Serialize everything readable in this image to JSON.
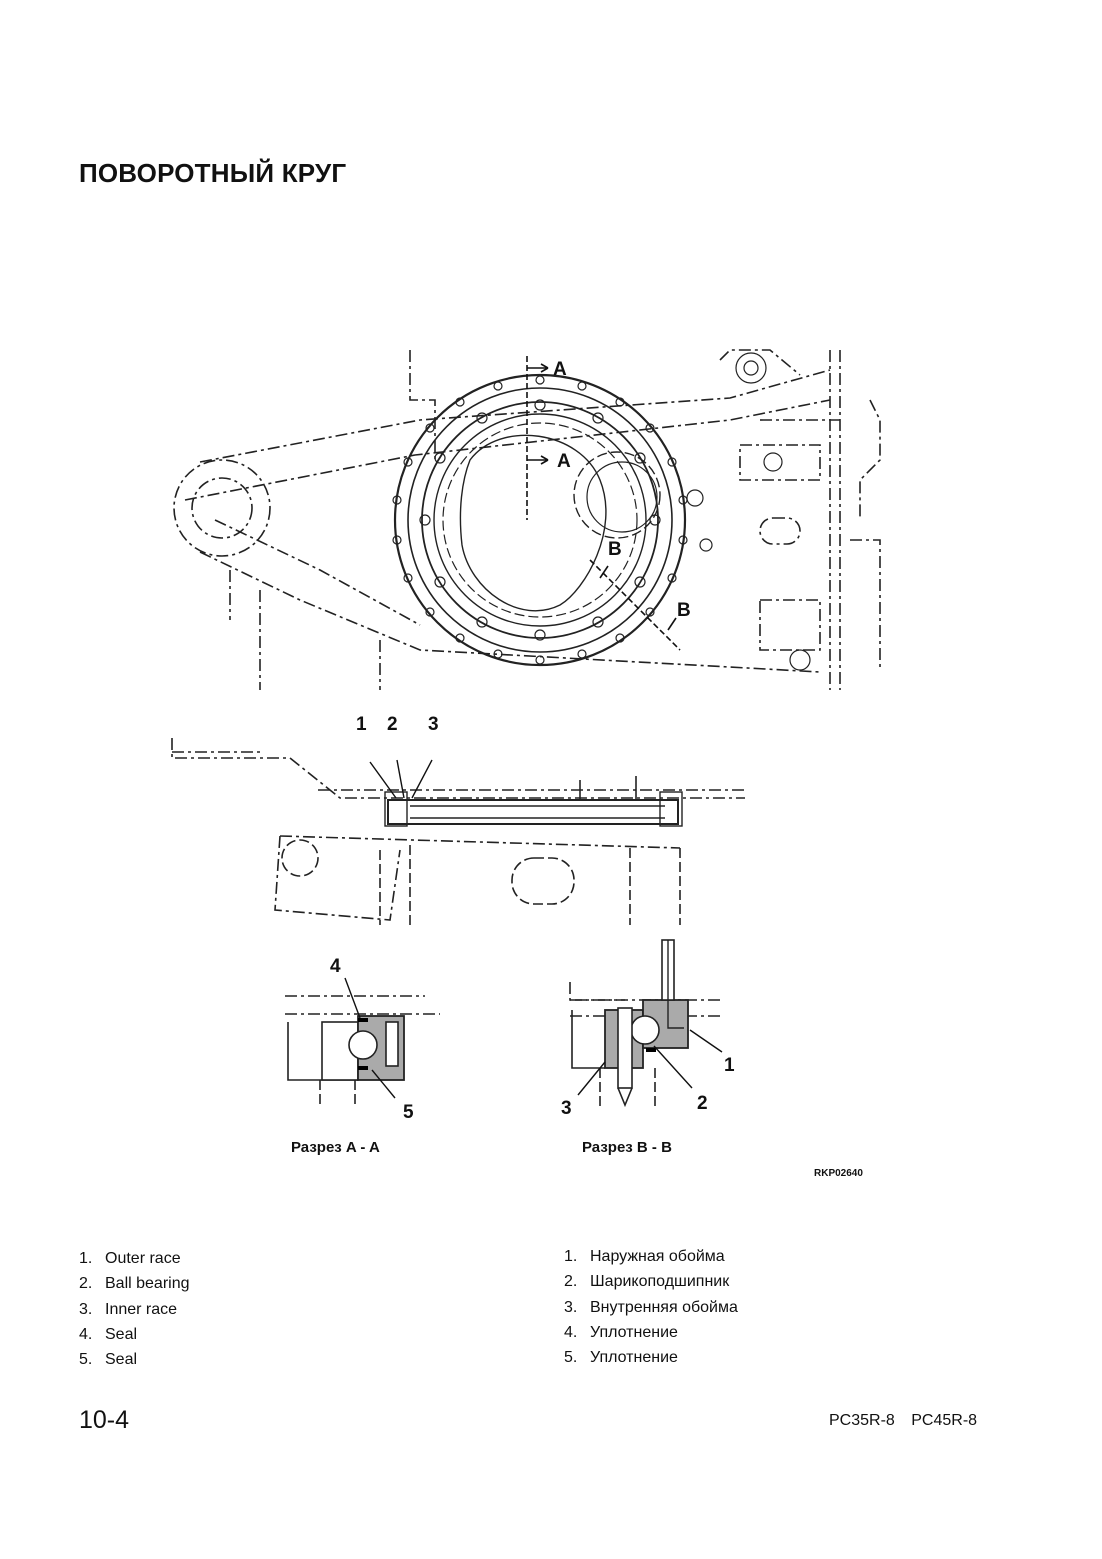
{
  "page": {
    "title": "ПОВОРОТНЫЙ КРУГ",
    "page_number": "10-4",
    "models": "PC35R-8    PC45R-8"
  },
  "figure": {
    "section_marks": {
      "a": "A",
      "b": "B"
    },
    "callouts": [
      "1",
      "2",
      "3",
      "4",
      "5"
    ],
    "caption_aa": "Разрез A - A",
    "caption_bb": "Разрез B - B",
    "figure_code": "RKP02640"
  },
  "parts_en": [
    {
      "num": "1.",
      "label": "Outer race"
    },
    {
      "num": "2.",
      "label": "Ball bearing"
    },
    {
      "num": "3.",
      "label": "Inner race"
    },
    {
      "num": "4.",
      "label": "Seal"
    },
    {
      "num": "5.",
      "label": "Seal"
    }
  ],
  "parts_ru": [
    {
      "num": "1.",
      "label": "Наружная обойма"
    },
    {
      "num": "2.",
      "label": "Шарикоподшипник"
    },
    {
      "num": "3.",
      "label": "Внутренняя обойма"
    },
    {
      "num": "4.",
      "label": "Уплотнение"
    },
    {
      "num": "5.",
      "label": "Уплотнение"
    }
  ]
}
